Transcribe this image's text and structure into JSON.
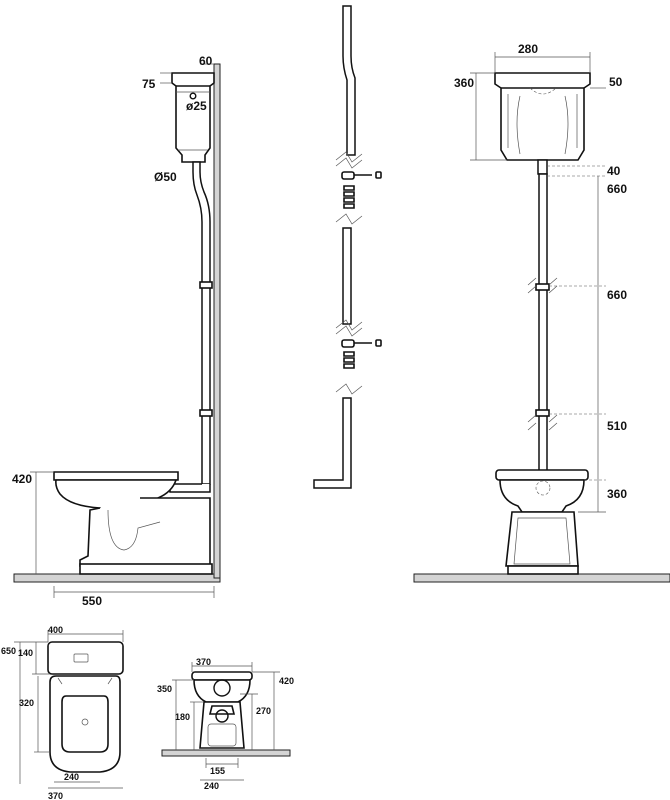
{
  "side_view": {
    "cistern_depth": "60",
    "cistern_offset": "75",
    "inlet_diameter": "ø25",
    "flush_pipe_diameter": "Ø50",
    "pan_height": "420",
    "projection": "550"
  },
  "front_view": {
    "cistern_width": "280",
    "cistern_height": "360",
    "cistern_top": "50",
    "pipe_offset": "40",
    "pipe_segment_1": "660",
    "pipe_segment_2": "660",
    "pipe_segment_3": "510",
    "pan_height": "360"
  },
  "plan_view": {
    "cistern_width": "400",
    "total_depth": "650",
    "cistern_depth": "140",
    "bowl_depth": "320",
    "outlet_offset": "240",
    "pan_width": "370"
  },
  "pan_front_view": {
    "width": "370",
    "rim_height": "420",
    "bowl_height": "350",
    "base_height": "180",
    "outlet_height": "270",
    "foot_inner": "155",
    "foot_outer": "240"
  },
  "colors": {
    "line": "#111111",
    "floor": "#d4d4d4"
  }
}
